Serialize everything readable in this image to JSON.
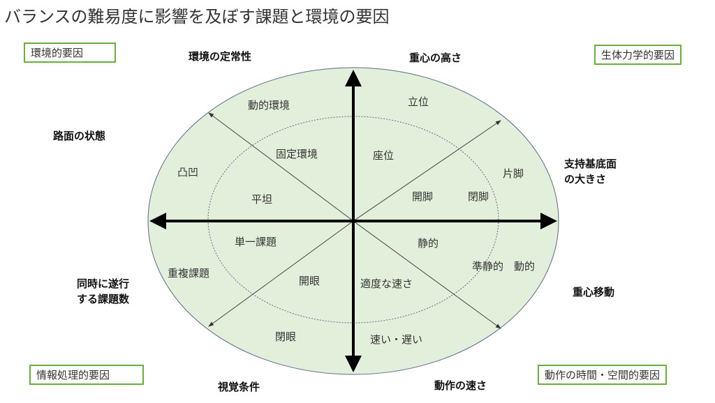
{
  "title": "バランスの難易度に影響を及ぼす課題と環境の要因",
  "factors": {
    "tl": "環境的要因",
    "tr": "生体力学的要因",
    "bl": "情報処理的要因",
    "br": "動作の時間・空間的要因"
  },
  "axes": [
    "環境の定常性",
    "重心の高さ",
    "支持基底面\nの大きさ",
    "重心移動",
    "動作の速さ",
    "視覚条件",
    "同時に遂行\nする課題数",
    "路面の状態"
  ],
  "inner": [
    "固定環境",
    "座位",
    "開脚",
    "静的",
    "適度な速さ",
    "開眼",
    "単一課題",
    "平坦"
  ],
  "outer": [
    "動的環境",
    "立位",
    "片脚",
    "閉脚",
    "準静的　動的",
    "速い・遅い",
    "閉眼",
    "重複課題",
    "凸凹"
  ],
  "colors": {
    "fill": "#e2efda",
    "box_border": "#6aad3d"
  }
}
